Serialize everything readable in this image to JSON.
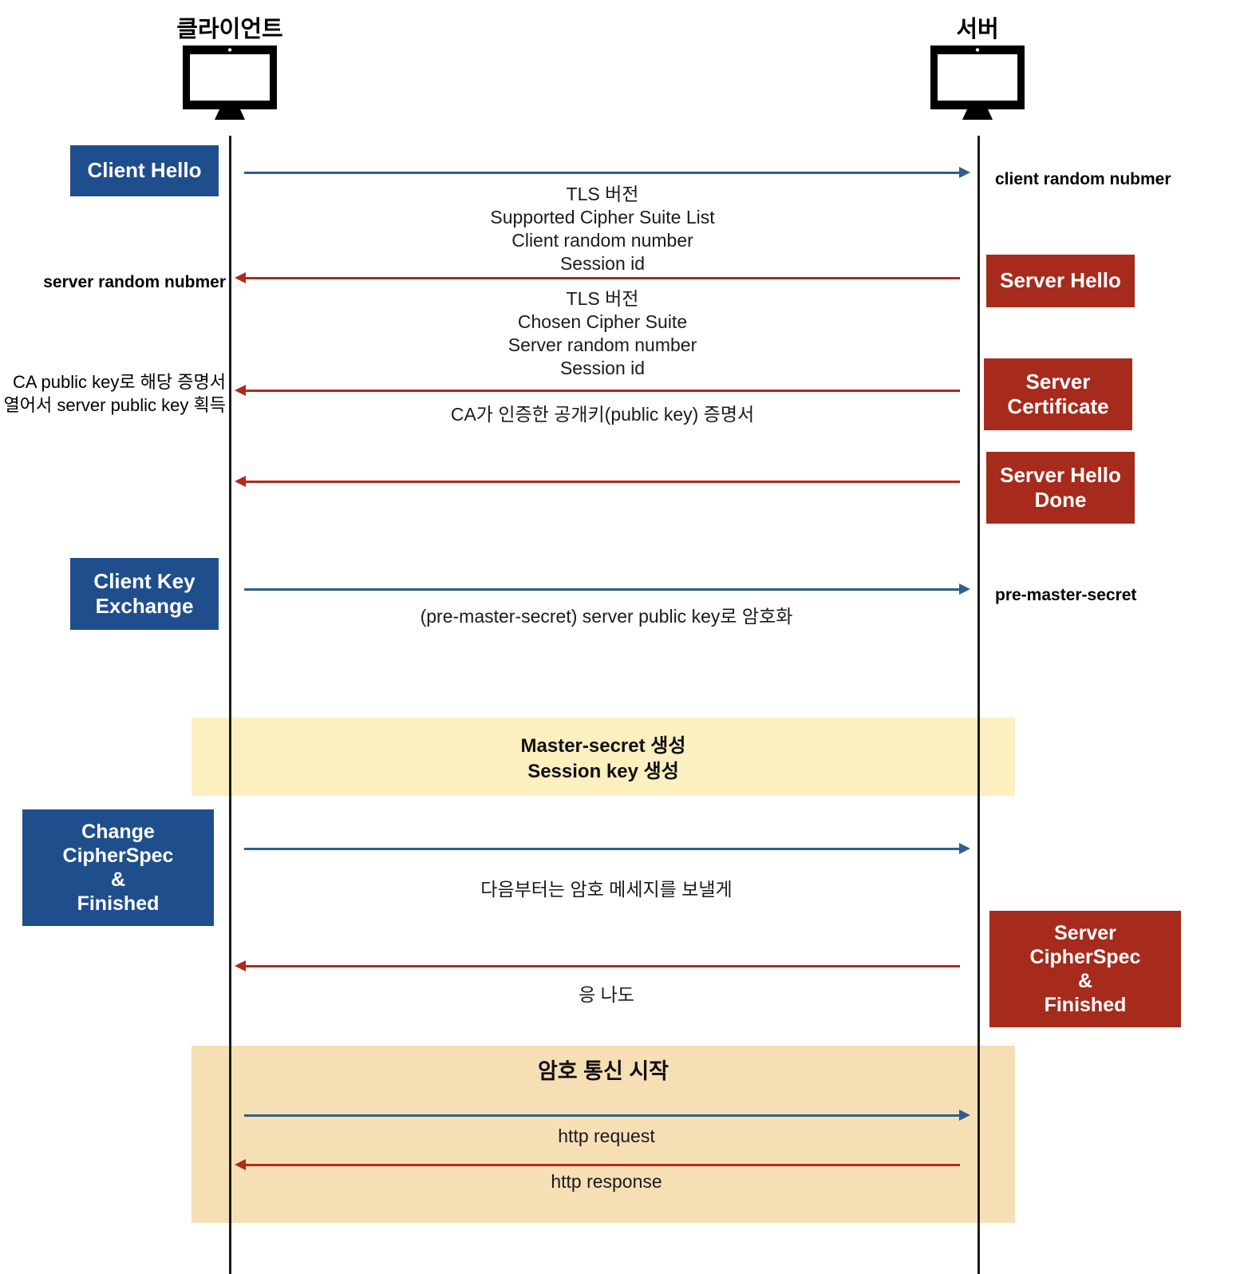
{
  "actors": {
    "client": {
      "title": "클라이언트",
      "icon": "desktop-monitor-icon"
    },
    "server": {
      "title": "서버",
      "icon": "desktop-monitor-icon"
    }
  },
  "colors": {
    "client_box": "#1F4E8C",
    "server_box": "#A62B1C",
    "arrow_client_to_server": "#2E5F8A",
    "arrow_server_to_client": "#AF2A1A",
    "band_keygen": "#FCEFC0",
    "band_encrypted": "#F7DFB5",
    "lifeline": "#1A1A1A"
  },
  "steps": [
    {
      "id": "client-hello",
      "side": "client",
      "label": "Client Hello"
    },
    {
      "id": "server-hello",
      "side": "server",
      "label": "Server Hello"
    },
    {
      "id": "server-certificate",
      "side": "server",
      "label": "Server\nCertificate"
    },
    {
      "id": "server-hello-done",
      "side": "server",
      "label": "Server Hello\nDone"
    },
    {
      "id": "client-key-exchange",
      "side": "client",
      "label": "Client Key\nExchange"
    },
    {
      "id": "change-cipherspec",
      "side": "client",
      "label": "Change\nCipherSpec\n&\nFinished"
    },
    {
      "id": "server-cipherspec",
      "side": "server",
      "label": "Server\nCipherSpec\n&\nFinished"
    }
  ],
  "messages": [
    {
      "id": "client-hello-msg",
      "direction": "client-to-server",
      "caption": "TLS 버전\nSupported Cipher Suite List\nClient random number\nSession id"
    },
    {
      "id": "server-hello-msg",
      "direction": "server-to-client",
      "caption": "TLS 버전\nChosen Cipher Suite\nServer random number\nSession id"
    },
    {
      "id": "certificate-msg",
      "direction": "server-to-client",
      "caption": "CA가 인증한 공개키(public key) 증명서"
    },
    {
      "id": "hello-done-msg",
      "direction": "server-to-client",
      "caption": ""
    },
    {
      "id": "key-exchange-msg",
      "direction": "client-to-server",
      "caption": "(pre-master-secret) server public key로 암호화"
    },
    {
      "id": "change-cipher-msg",
      "direction": "client-to-server",
      "caption": "다음부터는 암호 메세지를 보낼게"
    },
    {
      "id": "server-cipher-msg",
      "direction": "server-to-client",
      "caption": "응 나도"
    },
    {
      "id": "http-request-msg",
      "direction": "client-to-server",
      "caption": "http request"
    },
    {
      "id": "http-response-msg",
      "direction": "server-to-client",
      "caption": "http response"
    }
  ],
  "notes": [
    {
      "id": "client-random-note",
      "side": "right",
      "text": "client random nubmer"
    },
    {
      "id": "server-random-note",
      "side": "left",
      "text": "server random nubmer"
    },
    {
      "id": "ca-public-key-note",
      "side": "left",
      "text": "CA public key로 해당 증명서\n열어서 server public key 획득"
    },
    {
      "id": "pre-master-note",
      "side": "right",
      "text": "pre-master-secret"
    }
  ],
  "bands": [
    {
      "id": "key-generation-band",
      "label": "Master-secret 생성\nSession key 생성"
    },
    {
      "id": "encrypted-comm-band",
      "label": "암호 통신 시작"
    }
  ]
}
